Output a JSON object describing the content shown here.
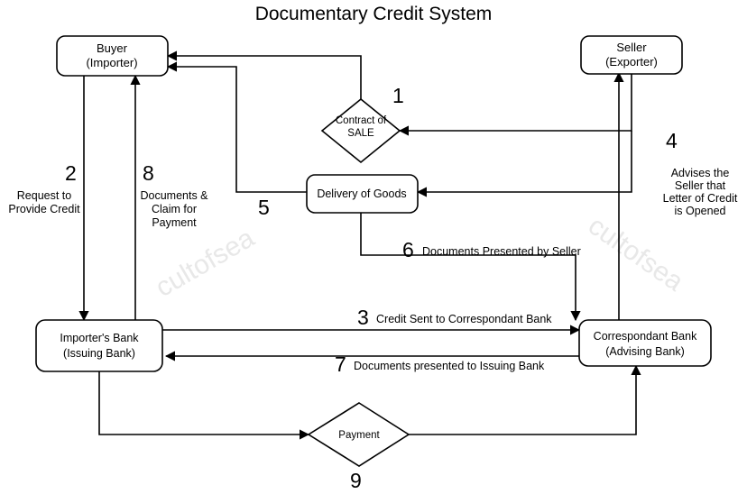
{
  "title": "Documentary Credit System",
  "watermarks": [
    {
      "text": "cultofsea"
    },
    {
      "text": "cultofsea"
    }
  ],
  "nodes": {
    "buyer": {
      "line1": "Buyer",
      "line2": "(Importer)"
    },
    "seller": {
      "line1": "Seller",
      "line2": "(Exporter)"
    },
    "contract": {
      "line1": "Contract of",
      "line2": "SALE"
    },
    "delivery": {
      "line1": "Delivery of Goods"
    },
    "importers_bank": {
      "line1": "Importer's Bank",
      "line2": "(Issuing Bank)"
    },
    "correspondant_bank": {
      "line1": "Correspondant Bank",
      "line2": "(Advising Bank)"
    },
    "payment": {
      "line1": "Payment"
    }
  },
  "steps": {
    "s1": {
      "num": "1",
      "label": ""
    },
    "s2": {
      "num": "2",
      "label_lines": [
        "Request to",
        "Provide Credit"
      ]
    },
    "s3": {
      "num": "3",
      "label": "Credit Sent to Correspondant Bank"
    },
    "s4": {
      "num": "4",
      "label_lines": [
        "Advises the",
        "Seller that",
        "Letter of Credit",
        "is Opened"
      ]
    },
    "s5": {
      "num": "5",
      "label": ""
    },
    "s6": {
      "num": "6",
      "label": "Documents Presented by Seller"
    },
    "s7": {
      "num": "7",
      "label": "Documents presented to Issuing Bank"
    },
    "s8": {
      "num": "8",
      "label_lines": [
        "Documents &",
        "Claim for",
        "Payment"
      ]
    },
    "s9": {
      "num": "9",
      "label": ""
    }
  },
  "colors": {
    "stroke": "#000000",
    "background": "#ffffff",
    "text": "#000000",
    "watermark": "#e8e8e8"
  }
}
